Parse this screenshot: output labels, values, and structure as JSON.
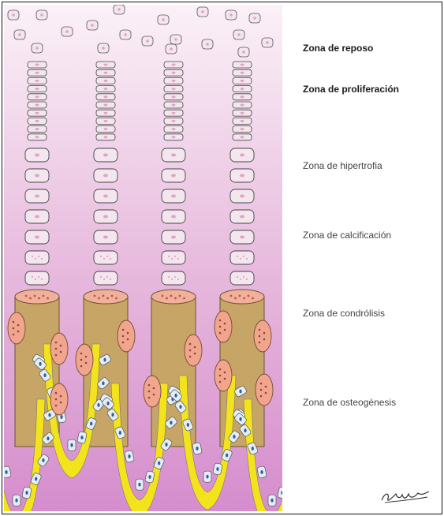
{
  "labels": [
    {
      "text": "Zona de reposo",
      "strong": true
    },
    {
      "text": "Zona de proliferación",
      "strong": true
    },
    {
      "text": "Zona de hipertrofia",
      "strong": false
    },
    {
      "text": "Zona de calcificación",
      "strong": false
    },
    {
      "text": "Zona de condrólisis",
      "strong": false
    },
    {
      "text": "Zona de osteogénesis",
      "strong": false
    }
  ],
  "colors": {
    "background_top": "#fbf1f7",
    "background_bottom": "#d58dcd",
    "cartilage_cell": "#f4e6ee",
    "cartilage_nucleus": "#e3a2c4",
    "bone_trabecula": "#c6a566",
    "trabecula_top": "#f1b09a",
    "osteoclast": "#f0a58c",
    "osteoid": "#f3e31c",
    "osteoblast": "#e2eef6",
    "osteoblast_nucleus": "#3a5a9a",
    "frame": "#111111"
  },
  "signature_icon": "artist-signature-icon"
}
